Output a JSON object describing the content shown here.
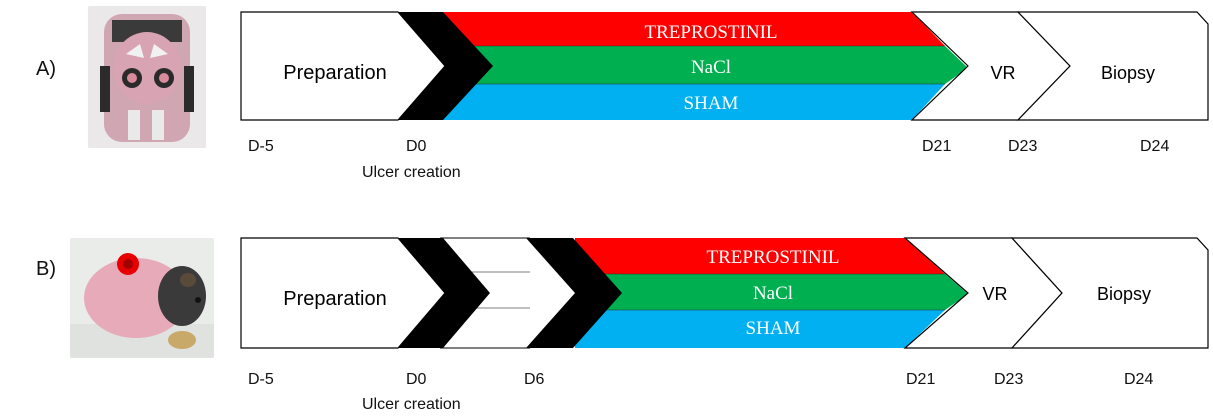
{
  "panels": [
    {
      "label": "A)",
      "stages": {
        "preparation": "Preparation",
        "treatments": [
          "TREPROSTINIL",
          "NaCl",
          "SHAM"
        ],
        "vr": "VR",
        "biopsy": "Biopsy"
      },
      "days": [
        "D-5",
        "D0",
        "D21",
        "D23",
        "D24"
      ],
      "event": "Ulcer creation"
    },
    {
      "label": "B)",
      "stages": {
        "preparation": "Preparation",
        "treatments": [
          "TREPROSTINIL",
          "NaCl",
          "SHAM"
        ],
        "vr": "VR",
        "biopsy": "Biopsy"
      },
      "days": [
        "D-5",
        "D0",
        "D6",
        "D21",
        "D23",
        "D24"
      ],
      "event": "Ulcer creation"
    }
  ],
  "colors": {
    "treprostinil": "#ff0000",
    "nacl": "#00b050",
    "sham": "#00b0f0",
    "black_chevron": "#000000"
  }
}
